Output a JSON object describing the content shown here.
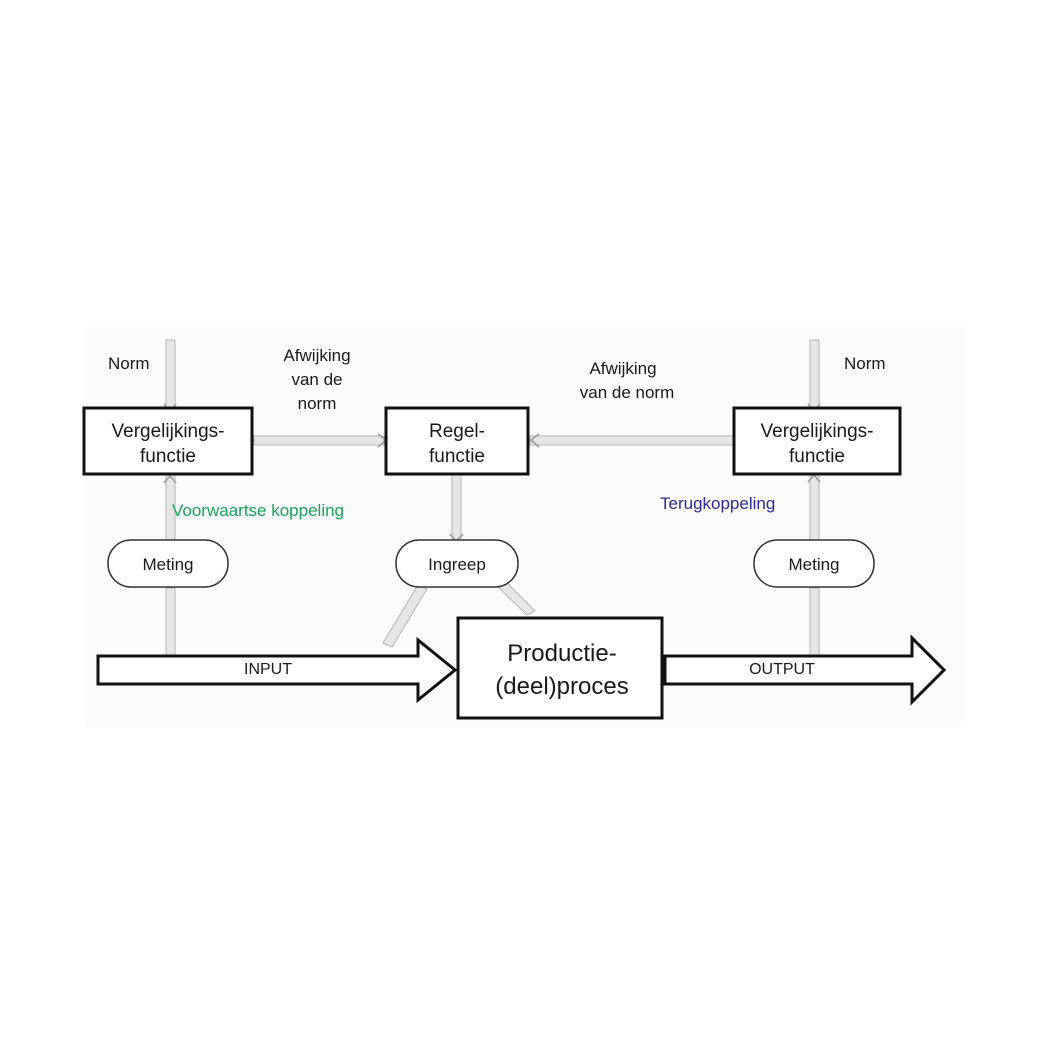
{
  "diagram": {
    "left": {
      "norm": "Norm",
      "compare": [
        "Vergelijkings-",
        "functie"
      ],
      "meting": "Meting",
      "link": "Voorwaartse koppeling",
      "deviation": [
        "Afwijking",
        "van de",
        "norm"
      ]
    },
    "center": {
      "regel": [
        "Regel-",
        "functie"
      ],
      "ingreep": "Ingreep",
      "process": [
        "Productie-",
        "(deel)proces"
      ]
    },
    "right": {
      "norm": "Norm",
      "compare": [
        "Vergelijkings-",
        "functie"
      ],
      "meting": "Meting",
      "link": "Terugkoppeling",
      "deviation": [
        "Afwijking",
        "van de norm"
      ]
    },
    "flow": {
      "input": "INPUT",
      "output": "OUTPUT"
    },
    "colors": {
      "feedforward": "#1aa35a",
      "feedback": "#2b2b9a",
      "line": "#111111",
      "pipe": "#e6e6e6"
    }
  }
}
